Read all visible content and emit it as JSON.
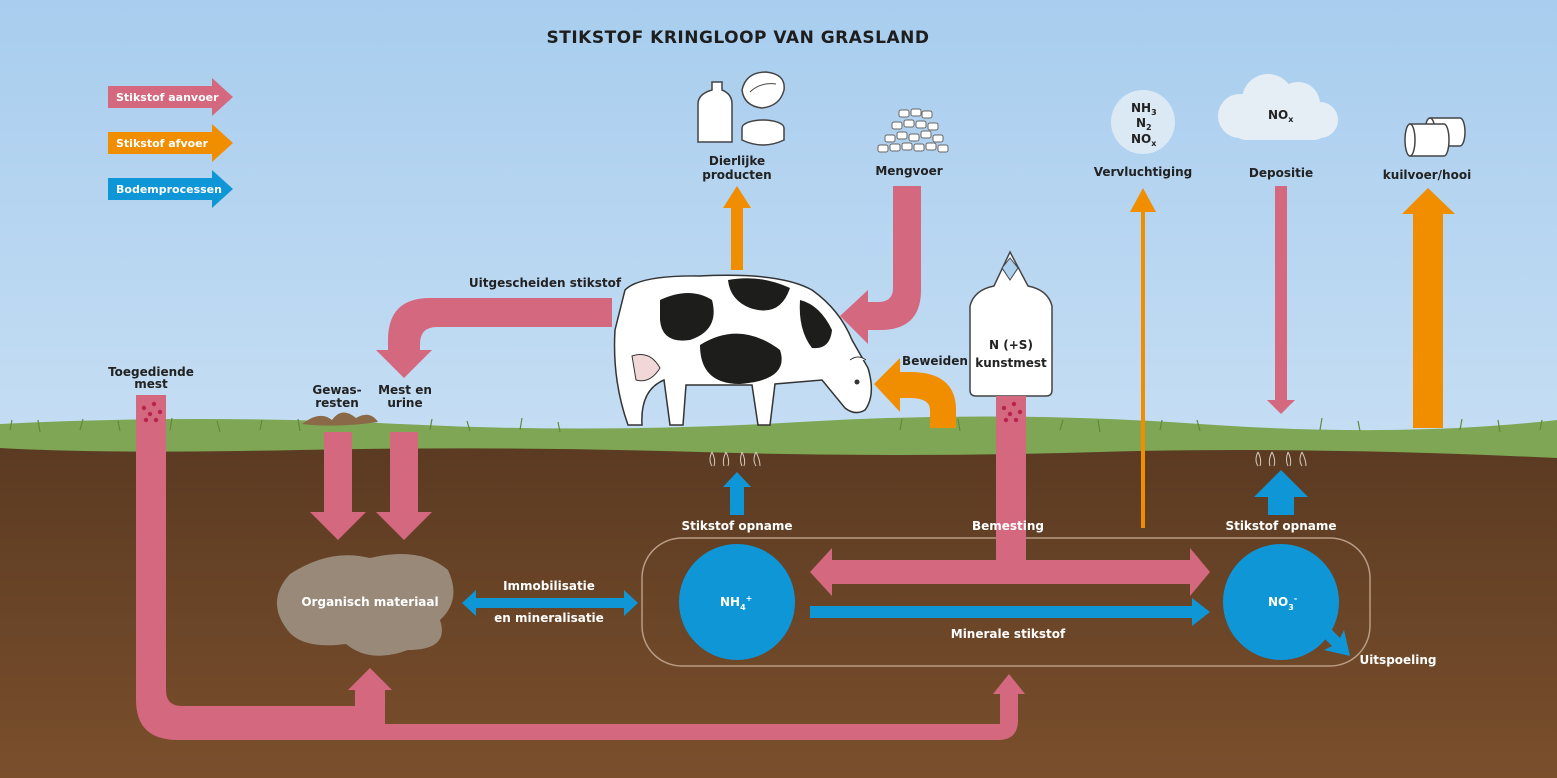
{
  "title": "STIKSTOF KRINGLOOP VAN GRASLAND",
  "legend": [
    {
      "label": "Stikstof aanvoer",
      "color": "#d4687f"
    },
    {
      "label": "Stikstof afvoer",
      "color": "#f08e00"
    },
    {
      "label": "Bodemprocessen",
      "color": "#0f96d6"
    }
  ],
  "colors": {
    "aanvoer": "#d4687f",
    "afvoer": "#f08e00",
    "bodem": "#0f96d6",
    "sky": "#acd0ee",
    "soil": "#5e3c24",
    "grass": "#7ea654"
  },
  "labels": {
    "dierlijke_1": "Dierlijke",
    "dierlijke_2": "producten",
    "mengvoer": "Mengvoer",
    "nh3": "NH",
    "nh3_sub": "3",
    "n2": "N",
    "n2_sub": "2",
    "nox": "NO",
    "nox_sub": "x",
    "vervluchtiging": "Vervluchtiging",
    "nox_cloud": "NO",
    "nox_cloud_sub": "x",
    "depositie": "Depositie",
    "kuilvoer": "kuilvoer/hooi",
    "uitgescheiden": "Uitgescheiden stikstof",
    "toegediende_1": "Toegediende",
    "toegediende_2": "mest",
    "gewas_1": "Gewas-",
    "gewas_2": "resten",
    "mest_1": "Mest en",
    "mest_2": "urine",
    "beweiden": "Beweiden",
    "kunstmest_1": "N (+S)",
    "kunstmest_2": "kunstmest",
    "opname_left": "Stikstof opname",
    "bemesting": "Bemesting",
    "opname_right": "Stikstof opname",
    "organisch": "Organisch materiaal",
    "immob_1": "Immobilisatie",
    "immob_2": "en mineralisatie",
    "nh4": "NH",
    "nh4_sub": "4",
    "nh4_sup": "+",
    "no3": "NO",
    "no3_sub": "3",
    "no3_sup": "-",
    "minerale": "Minerale stikstof",
    "uitspoeling": "Uitspoeling"
  }
}
